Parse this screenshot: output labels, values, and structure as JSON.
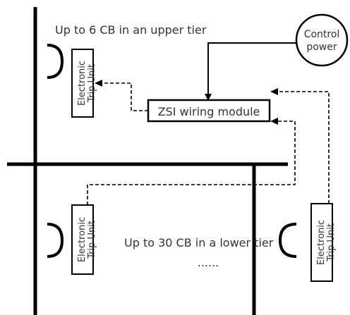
{
  "upper_tier_label": "Up to 6 CB in an upper tier",
  "lower_tier_label": "Up to 30 CB in a lower tier",
  "control_power": {
    "line1": "Control",
    "line2": "power"
  },
  "zsi_module_label": "ZSI wiring module",
  "trip_unit": {
    "line1": "Electronic",
    "line2": "Trip Unit"
  },
  "ellipsis": "......",
  "colors": {
    "line": "#000000",
    "text": "#333333",
    "background": "#ffffff"
  }
}
